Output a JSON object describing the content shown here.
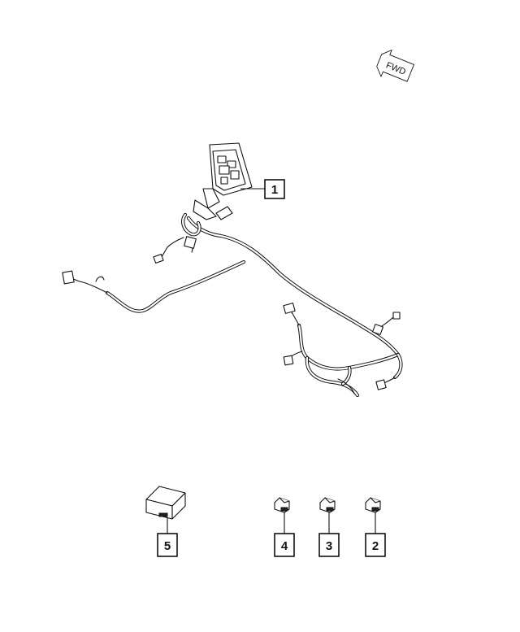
{
  "fwd_arrow": {
    "label": "FWD"
  },
  "callouts": [
    {
      "id": "callout-1",
      "number": "1"
    },
    {
      "id": "callout-2",
      "number": "2"
    },
    {
      "id": "callout-3",
      "number": "3"
    },
    {
      "id": "callout-4",
      "number": "4"
    },
    {
      "id": "callout-5",
      "number": "5"
    }
  ],
  "colors": {
    "line": "#111111",
    "background": "#ffffff"
  }
}
